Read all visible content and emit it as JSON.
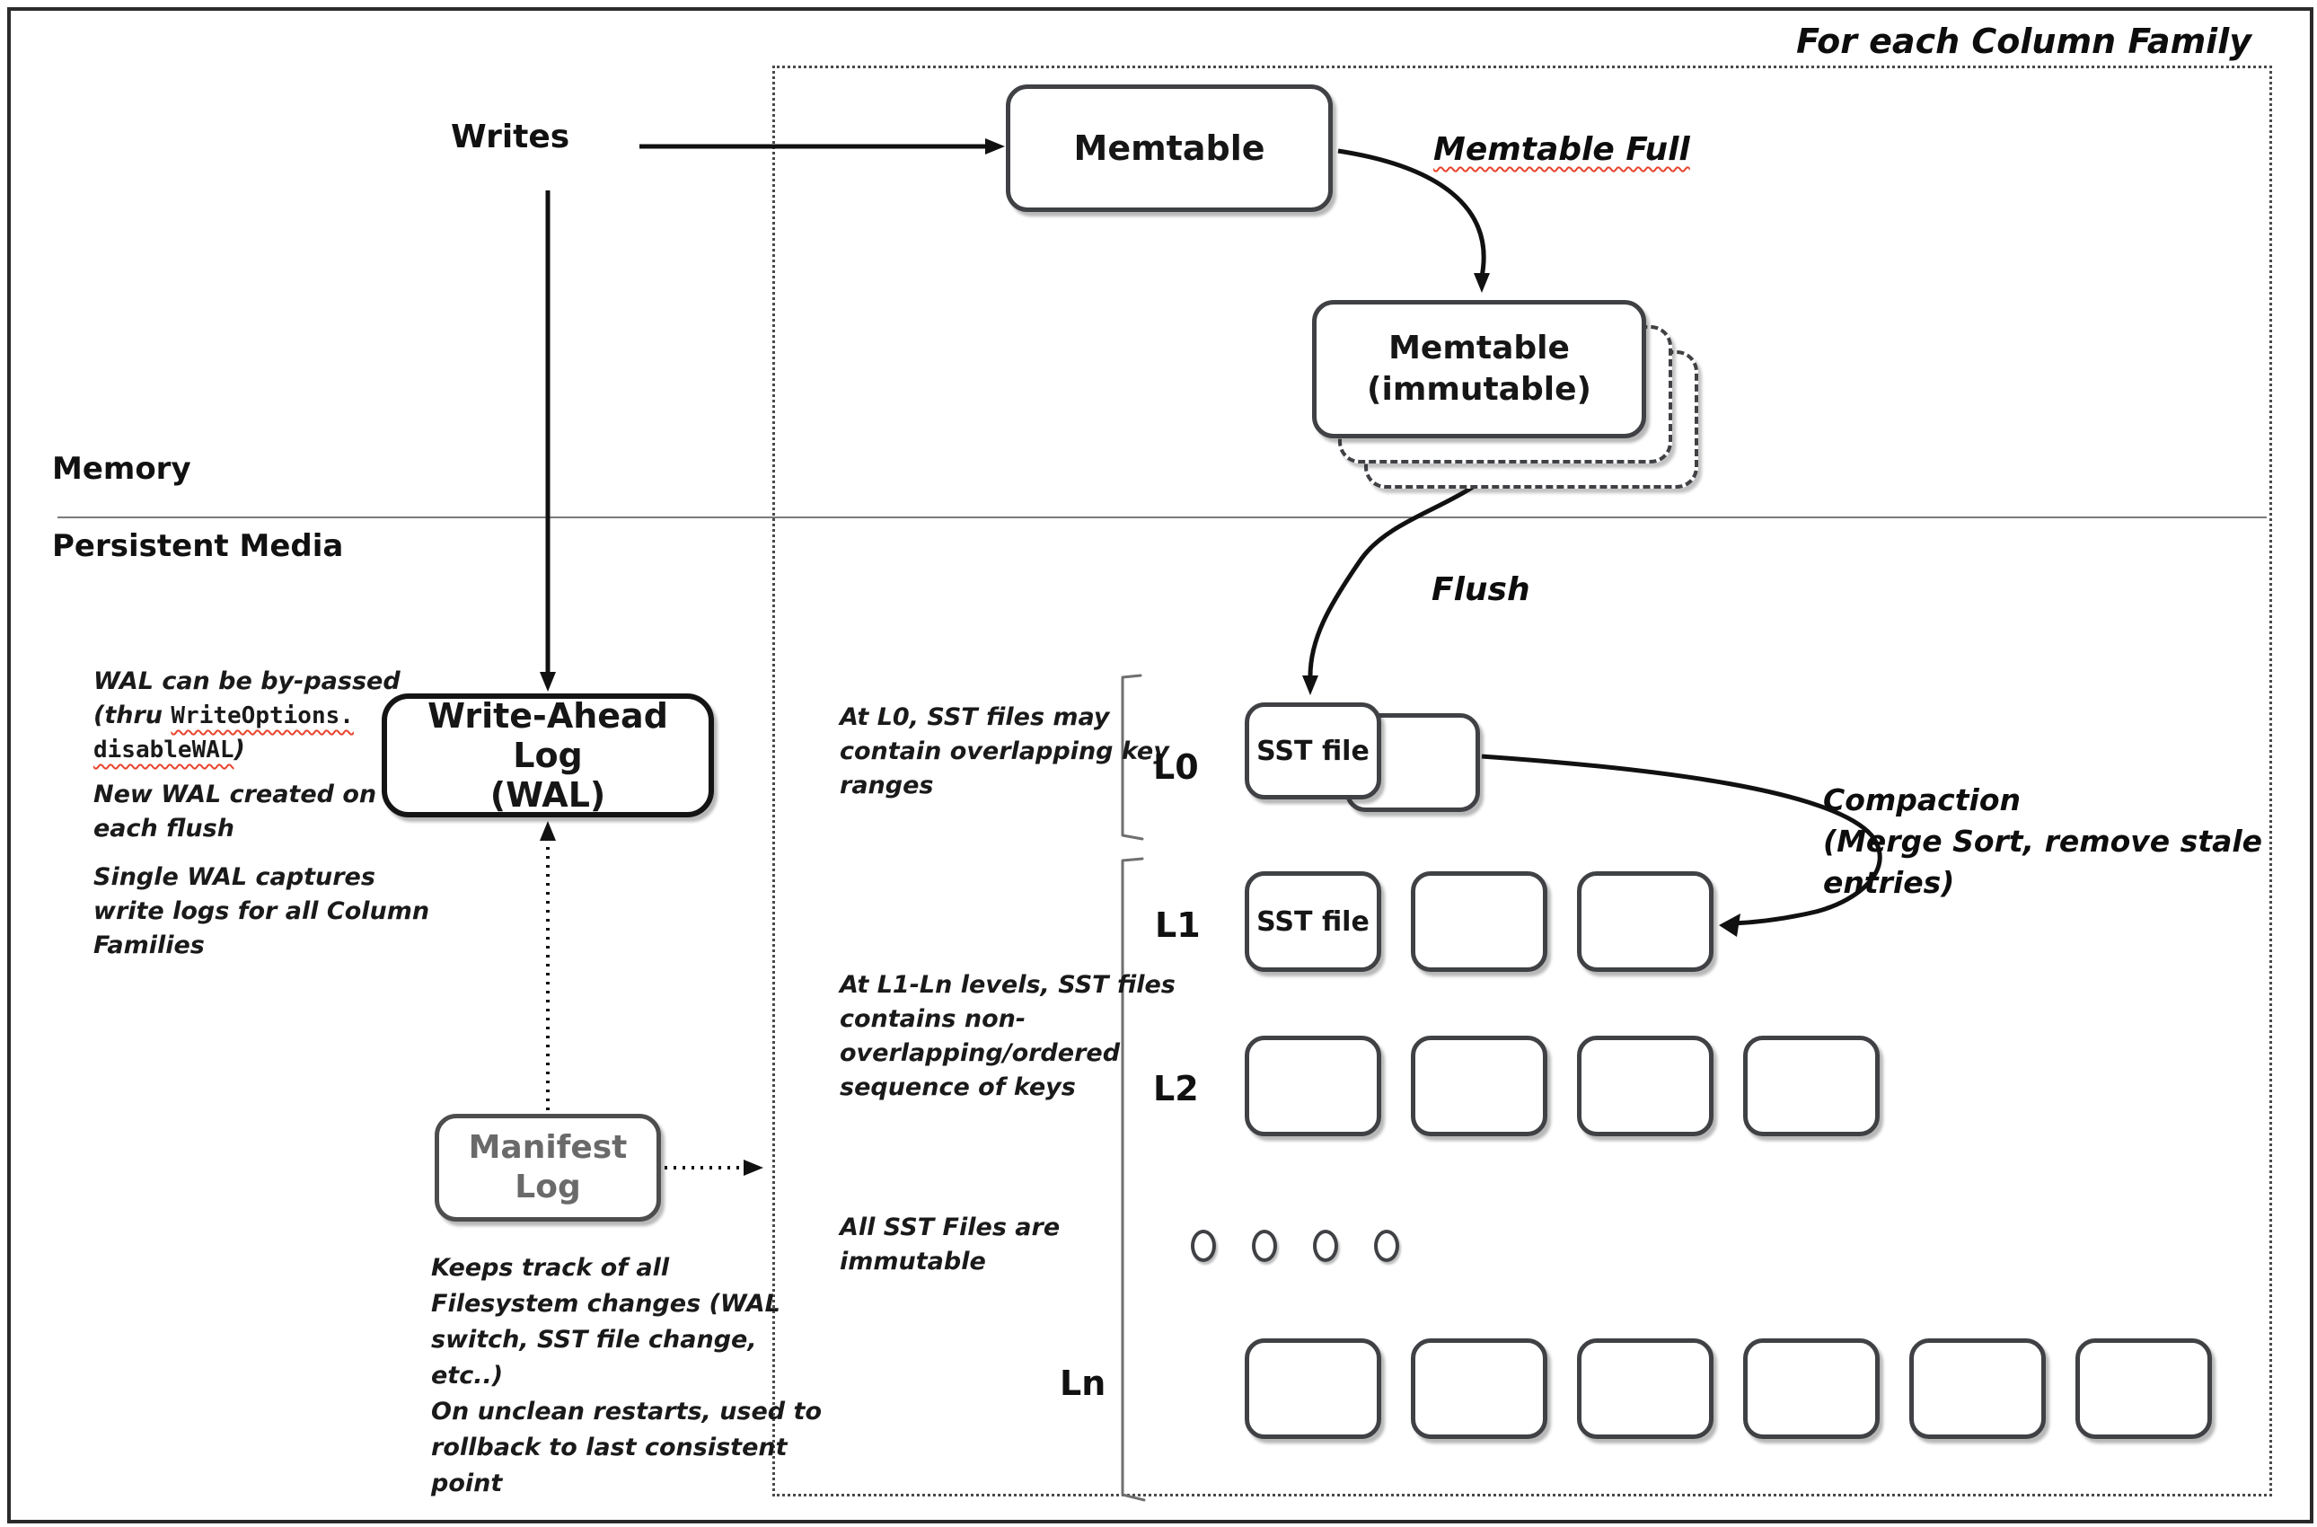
{
  "frame": {
    "title": "For each Column Family"
  },
  "sections": {
    "memory": "Memory",
    "persistent": "Persistent Media"
  },
  "nodes": {
    "writes": "Writes",
    "memtable": "Memtable",
    "memtable_immutable_line1": "Memtable",
    "memtable_immutable_line2": "(immutable)",
    "wal_line1": "Write-Ahead Log",
    "wal_line2": "(WAL)",
    "manifest_line1": "Manifest",
    "manifest_line2": "Log",
    "sst_file": "SST file"
  },
  "edges": {
    "memtable_full": "Memtable Full",
    "flush": "Flush",
    "compaction_line1": "Compaction",
    "compaction_line2": "(Merge Sort, remove stale",
    "compaction_line3": "entries)"
  },
  "levels": {
    "l0": "L0",
    "l1": "L1",
    "l2": "L2",
    "ln": "Ln"
  },
  "annotations": {
    "wal_bypass_line1": "WAL can be by-passed",
    "wal_bypass_pre": "(thru ",
    "wal_bypass_code1": "WriteOptions.",
    "wal_bypass_code2": "disableWAL",
    "wal_bypass_post": ")",
    "wal_new_line1": "New WAL created on",
    "wal_new_line2": "each flush",
    "wal_single_line1": "Single WAL captures",
    "wal_single_line2": "write logs for all Column",
    "wal_single_line3": "Families",
    "l0_note_line1": "At L0, SST files may",
    "l0_note_line2": "contain overlapping key",
    "l0_note_line3": "ranges",
    "l1_note_line1": "At L1-Ln levels, SST files",
    "l1_note_line2": "contains non-",
    "l1_note_line3": "overlapping/ordered",
    "l1_note_line4": "sequence of keys",
    "immutable_note_line1": "All SST Files are",
    "immutable_note_line2": "immutable",
    "manifest_note1_line1": "Keeps track of all",
    "manifest_note1_line2": "Filesystem changes (WAL",
    "manifest_note1_line3": "switch, SST file change,",
    "manifest_note1_line4": "etc..)",
    "manifest_note2_line1": "On unclean restarts, used to",
    "manifest_note2_line2": "rollback to last consistent",
    "manifest_note2_line3": "point"
  },
  "colors": {
    "accent_red": "#e8442e",
    "border_dark": "#3f4144",
    "gray_text": "#6a6a6a"
  }
}
